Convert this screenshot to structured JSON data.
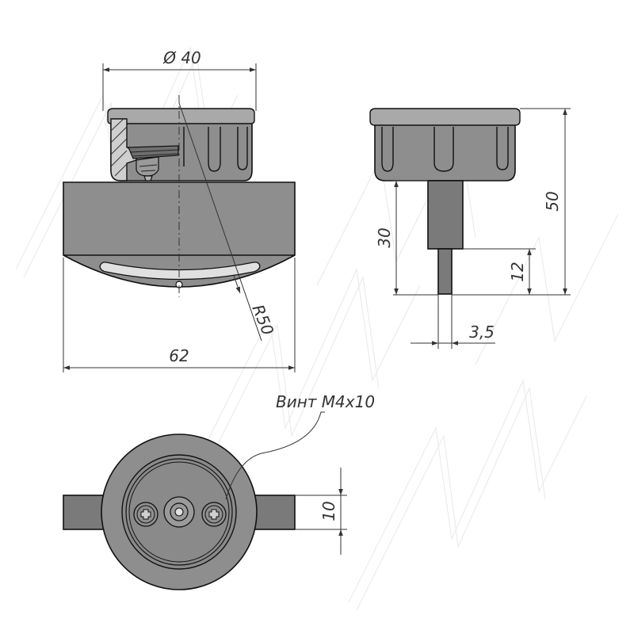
{
  "drawing": {
    "dimensions": {
      "diameter": "Ø 40",
      "width": "62",
      "radius": "R50",
      "total_height": "50",
      "stem_height": "30",
      "tip_height": "12",
      "tip_width": "3,5",
      "base_width": "10"
    },
    "callout": {
      "screw_label": "Винт M4x10"
    },
    "watermark": "MMM",
    "colors": {
      "part_fill": "#8e8e8e",
      "line": "#111111",
      "dimension": "#333333"
    }
  }
}
